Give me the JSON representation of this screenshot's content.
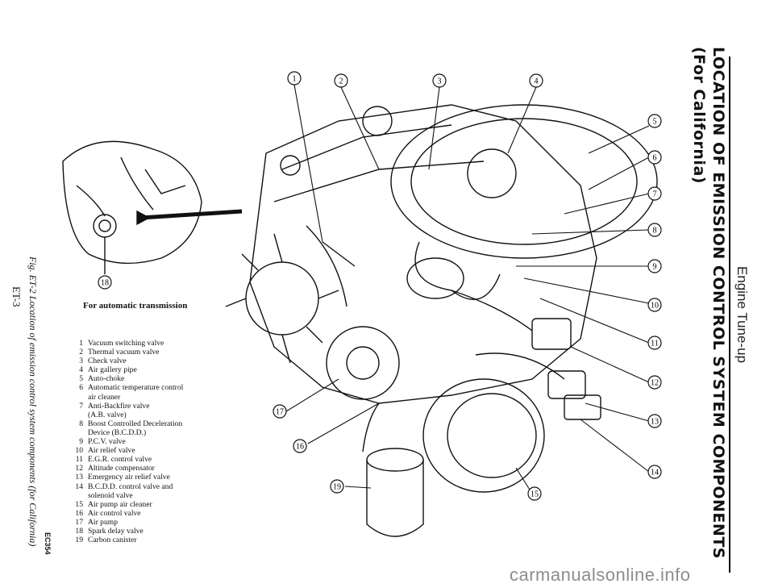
{
  "page": {
    "section_label": "Engine Tune-up",
    "title_line1": "LOCATION OF EMISSION CONTROL SYSTEM COMPONENTS",
    "title_line2": "(For California)",
    "figure_caption": "Fig. ET-2  Location of emission control system components (for California)",
    "page_number": "ET-3",
    "figure_code": "EC354",
    "inset_label": "For automatic transmission",
    "watermark": "carmanualsonline.info"
  },
  "legend": [
    {
      "num": "1",
      "text": "Vacuum switching valve"
    },
    {
      "num": "2",
      "text": "Thermal vacuum valve"
    },
    {
      "num": "3",
      "text": "Check valve"
    },
    {
      "num": "4",
      "text": "Air gallery pipe"
    },
    {
      "num": "5",
      "text": "Auto-choke"
    },
    {
      "num": "6",
      "text": "Automatic temperature control"
    },
    {
      "num": "",
      "text": "air cleaner"
    },
    {
      "num": "7",
      "text": "Anti-Backfire valve"
    },
    {
      "num": "",
      "text": "(A.B. valve)"
    },
    {
      "num": "8",
      "text": "Boost Controlled Deceleration"
    },
    {
      "num": "",
      "text": "Device (B.C.D.D.)"
    },
    {
      "num": "9",
      "text": "P.C.V. valve"
    },
    {
      "num": "10",
      "text": "Air relief valve"
    },
    {
      "num": "11",
      "text": "E.G.R. control valve"
    },
    {
      "num": "12",
      "text": "Altitude compensator"
    },
    {
      "num": "13",
      "text": "Emergency air relief valve"
    },
    {
      "num": "14",
      "text": "B.C.D.D. control valve and"
    },
    {
      "num": "",
      "text": "solenoid valve"
    },
    {
      "num": "15",
      "text": "Air pump air cleaner"
    },
    {
      "num": "16",
      "text": "Air control valve"
    },
    {
      "num": "17",
      "text": "Air pump"
    },
    {
      "num": "18",
      "text": "Spark delay valve"
    },
    {
      "num": "19",
      "text": "Carbon canister"
    }
  ],
  "callouts": [
    "1",
    "2",
    "3",
    "4",
    "5",
    "6",
    "7",
    "8",
    "9",
    "10",
    "11",
    "12",
    "13",
    "14",
    "15",
    "16",
    "17",
    "18",
    "19"
  ]
}
